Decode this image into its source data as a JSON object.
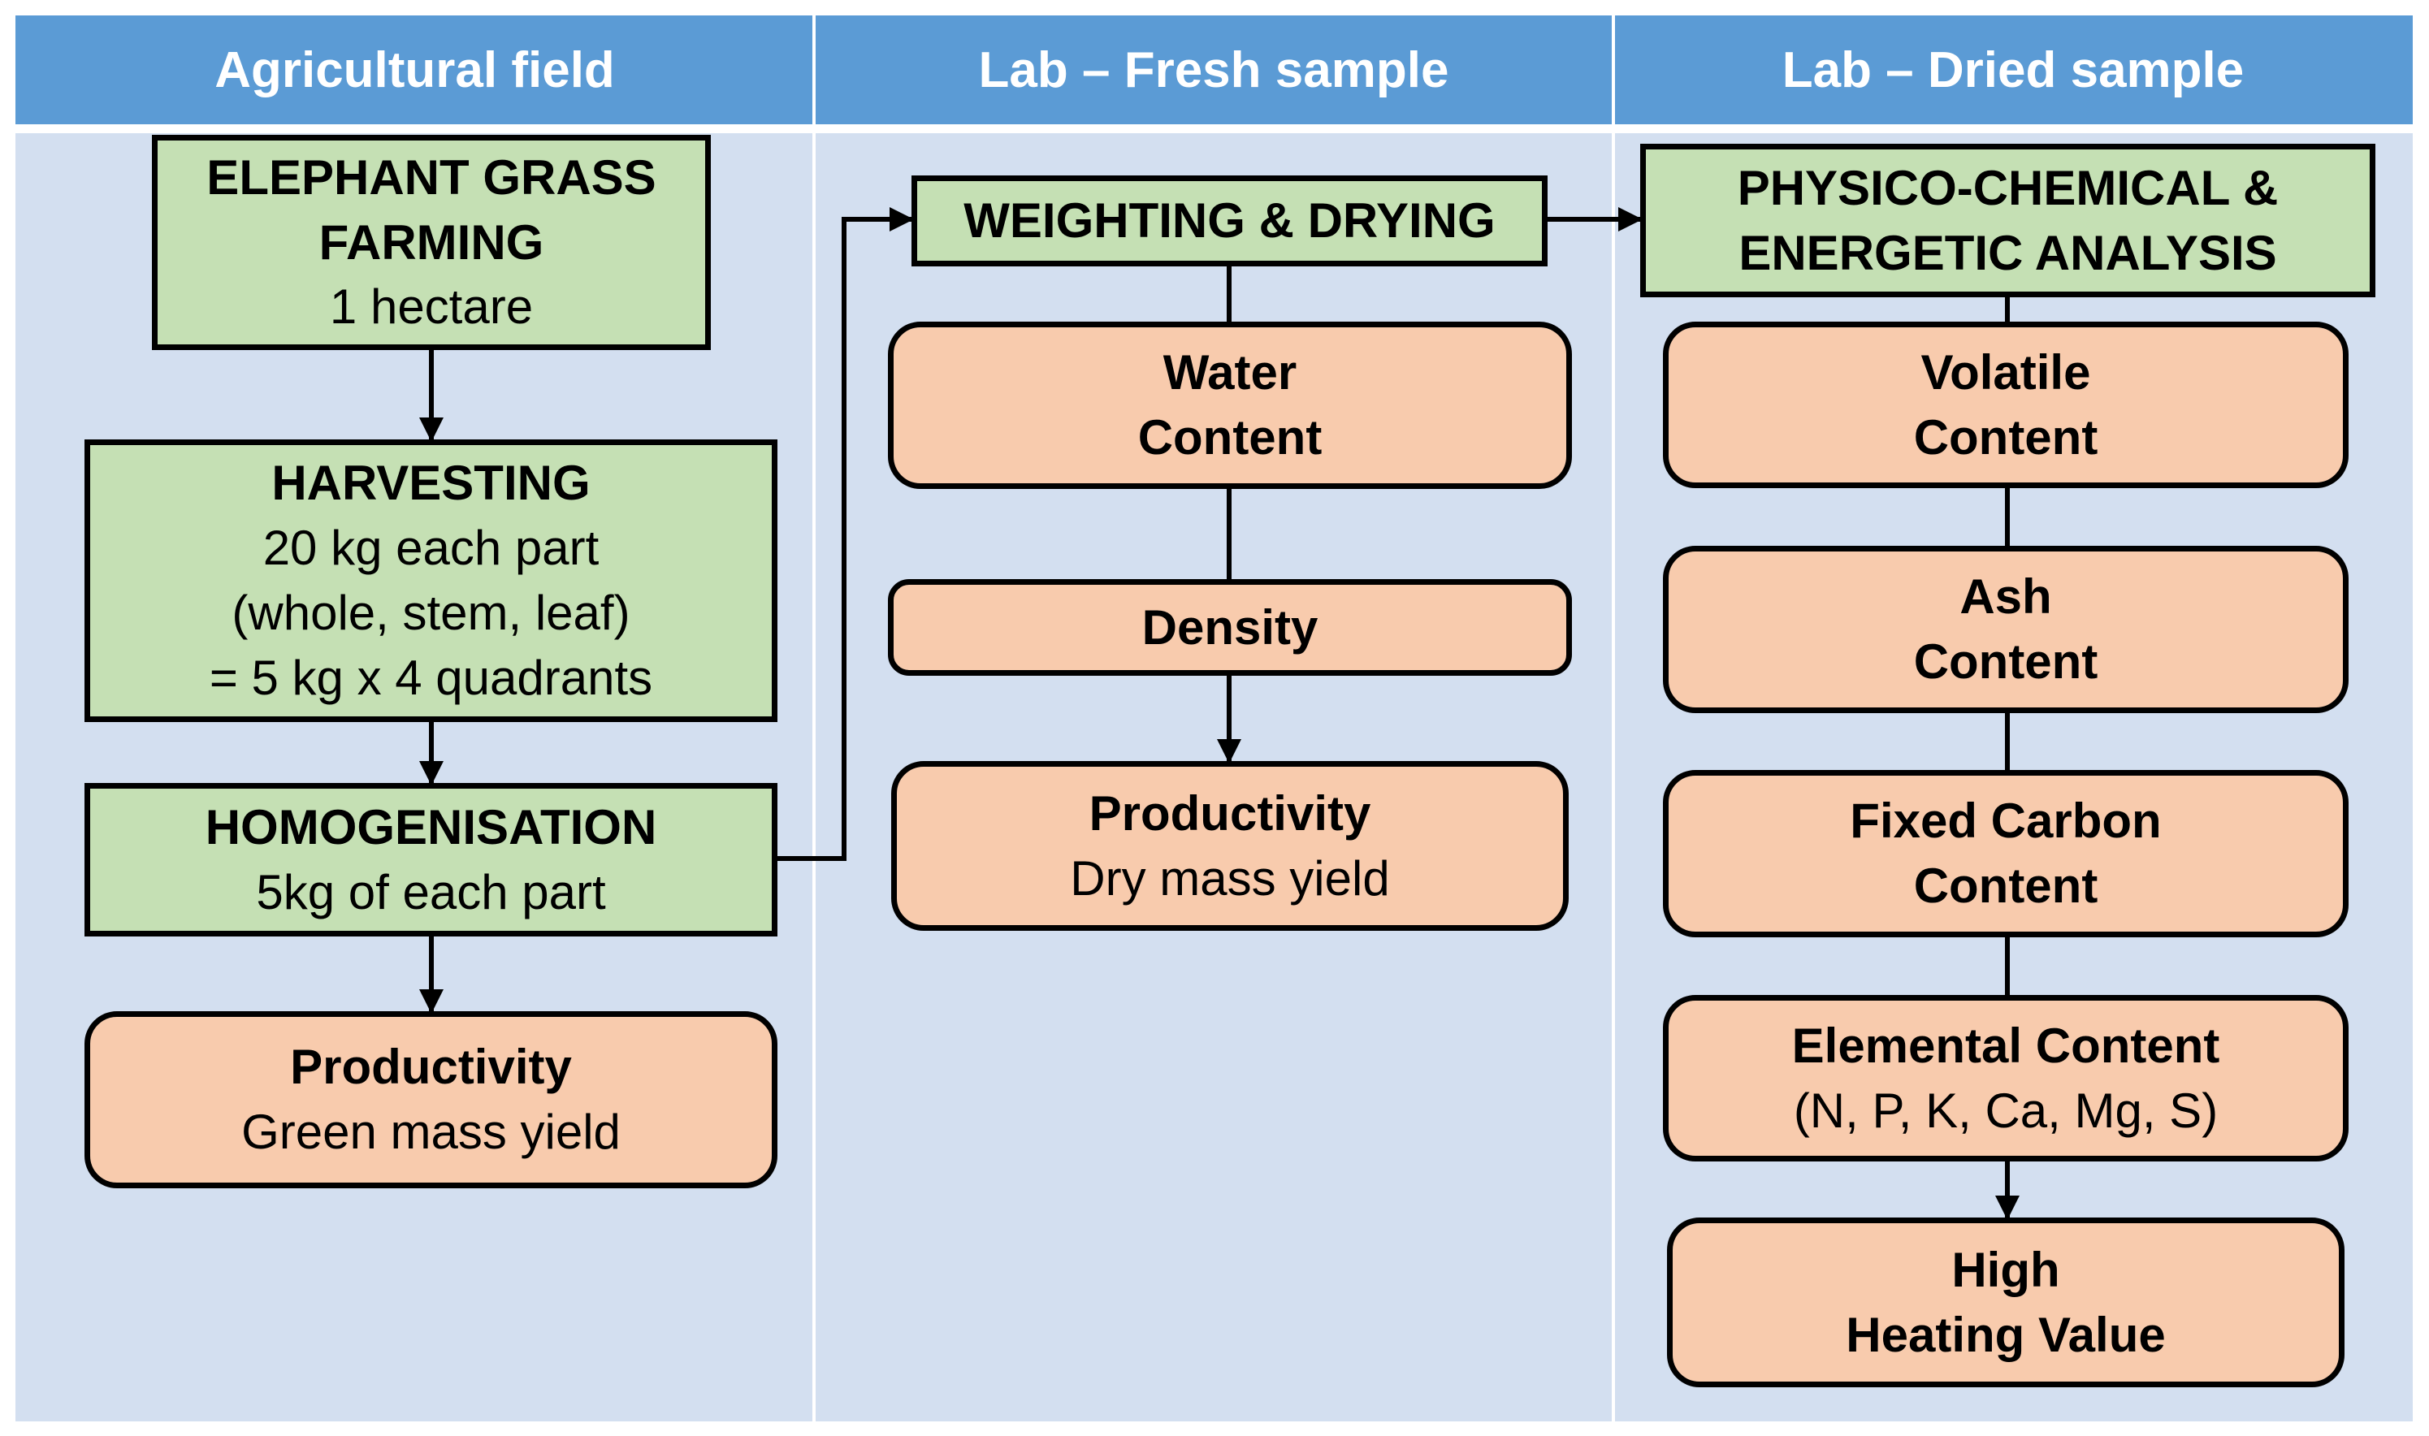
{
  "columns": {
    "field": "Agricultural field",
    "fresh": "Lab – Fresh sample",
    "dried": "Lab – Dried sample"
  },
  "field": {
    "farming": {
      "line1": "ELEPHANT GRASS",
      "line2": "FARMING",
      "line3": "1 hectare"
    },
    "harvesting": {
      "title": "HARVESTING",
      "line1": "20 kg each part",
      "line2": "(whole, stem, leaf)",
      "line3": "= 5 kg x 4 quadrants"
    },
    "homogenisation": {
      "title": "HOMOGENISATION",
      "line1": "5kg of each part"
    },
    "productivity": {
      "title": "Productivity",
      "line1": "Green mass yield"
    }
  },
  "fresh": {
    "weighting": "WEIGHTING & DRYING",
    "water": {
      "line1": "Water",
      "line2": "Content"
    },
    "density": "Density",
    "productivity": {
      "title": "Productivity",
      "line1": "Dry mass yield"
    }
  },
  "dried": {
    "analysis": {
      "line1": "PHYSICO-CHEMICAL &",
      "line2": "ENERGETIC ANALYSIS"
    },
    "volatile": {
      "line1": "Volatile",
      "line2": "Content"
    },
    "ash": {
      "line1": "Ash",
      "line2": "Content"
    },
    "fixed_carbon": {
      "line1": "Fixed Carbon",
      "line2": "Content"
    },
    "elemental": {
      "line1": "Elemental Content",
      "line2": "(N, P, K, Ca, Mg, S)"
    },
    "heating": {
      "line1": "High",
      "line2": "Heating Value"
    }
  },
  "colors": {
    "header": "#5b9bd5",
    "column_background": "#d3dff0",
    "process_box": "#c5e0b4",
    "result_box": "#f8cbad"
  }
}
